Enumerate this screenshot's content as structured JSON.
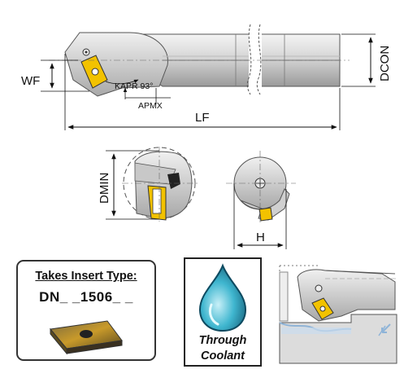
{
  "top_view": {
    "wf_label": "WF",
    "kapr_label": "KAPR 93°",
    "apmx_label": "APMX",
    "lf_label": "LF",
    "dcon_label": "DCON"
  },
  "end_views": {
    "dmin_label": "DMIN",
    "h_label": "H"
  },
  "insert_panel": {
    "title": "Takes Insert Type:",
    "code": "DN_ _1506_ _"
  },
  "coolant_panel": {
    "line1": "Through",
    "line2": "Coolant"
  },
  "colors": {
    "insert_gold": "#f2c200",
    "insert_dark": "#555555",
    "body_grey": "#d9d9d9",
    "drop_blue": "#3fb6cf",
    "chip_blue": "#8fb4d8"
  }
}
